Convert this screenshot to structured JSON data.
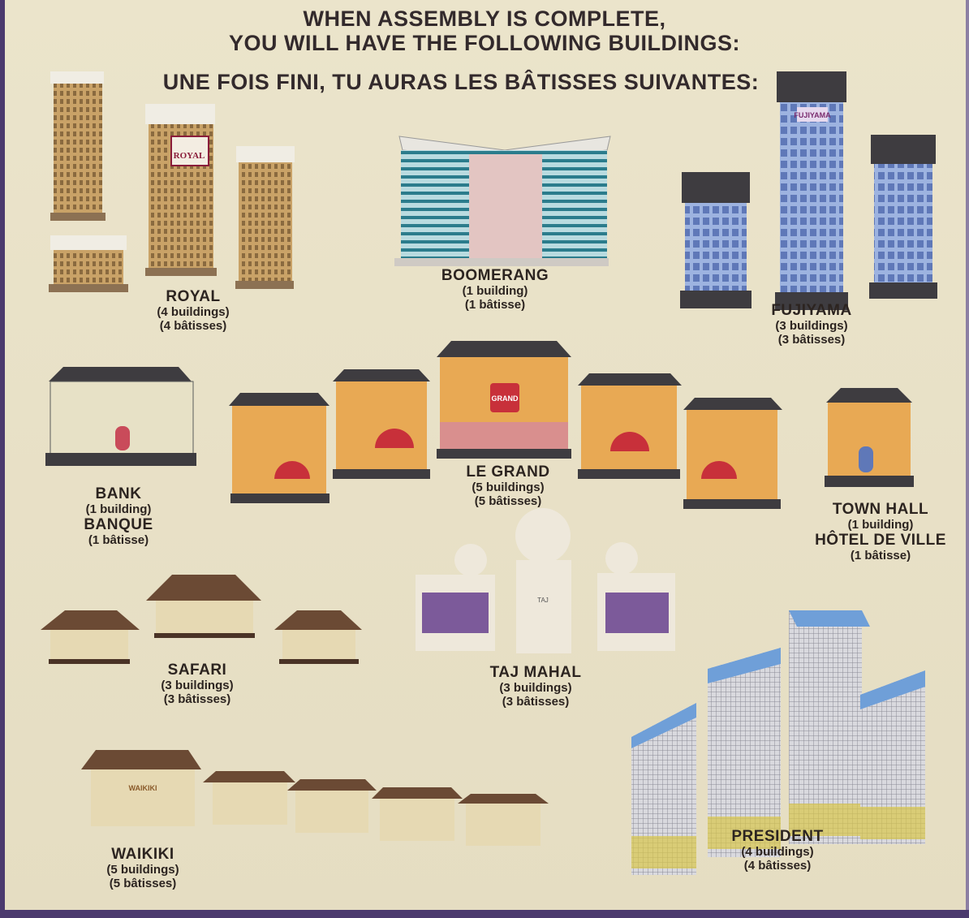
{
  "header": {
    "line1": "WHEN ASSEMBLY IS COMPLETE,",
    "line2": "YOU WILL HAVE THE FOLLOWING BUILDINGS:",
    "line3": "UNE FOIS FINI, TU AURAS LES BÂTISSES SUIVANTES:"
  },
  "buildings": {
    "royal": {
      "name": "ROYAL",
      "en": "(4 buildings)",
      "fr": "(4 bâtisses)",
      "sign": "ROYAL"
    },
    "boomerang": {
      "name": "BOOMERANG",
      "en": "(1 building)",
      "fr": "(1 bâtisse)"
    },
    "fujiyama": {
      "name": "FUJIYAMA",
      "en": "(3 buildings)",
      "fr": "(3 bâtisses)",
      "sign": "FUJIYAMA"
    },
    "bank": {
      "name": "BANK",
      "en": "(1 building)",
      "name_fr": "BANQUE",
      "fr": "(1 bâtisse)"
    },
    "legrand": {
      "name": "LE GRAND",
      "en": "(5 buildings)",
      "fr": "(5 bâtisses)",
      "sign": "GRAND"
    },
    "townhall": {
      "name": "TOWN HALL",
      "en": "(1 building)",
      "name_fr": "HÔTEL DE VILLE",
      "fr": "(1 bâtisse)"
    },
    "safari": {
      "name": "SAFARI",
      "en": "(3 buildings)",
      "fr": "(3 bâtisses)"
    },
    "tajmahal": {
      "name": "TAJ MAHAL",
      "en": "(3 buildings)",
      "fr": "(3 bâtisses)",
      "sign": "TAJ"
    },
    "waikiki": {
      "name": "WAIKIKI",
      "en": "(5 buildings)",
      "fr": "(5 bâtisses)",
      "sign": "WAIKIKI"
    },
    "president": {
      "name": "PRESIDENT",
      "en": "(4 buildings)",
      "fr": "(4 bâtisses)"
    }
  },
  "colors": {
    "background": "#e9e2c9",
    "frame": "#4b3a6e",
    "royal_wall": "#c9a267",
    "fujiyama_glass": "#8ea6d6",
    "legrand_wall": "#e8a954",
    "roof_dark": "#3e3c40",
    "hut_roof": "#6b4a34",
    "president_blue": "#6f9fd8"
  }
}
